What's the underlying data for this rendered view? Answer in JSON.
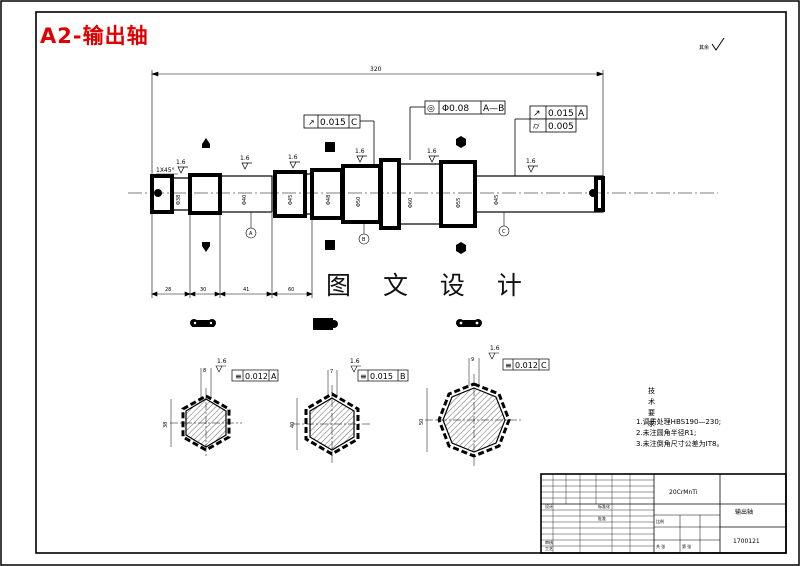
{
  "header": {
    "title": "A2-输出轴"
  },
  "watermark": "图 文 设 计",
  "roughness_note": "其余",
  "dims": {
    "overall": "320",
    "chamfer": "1X45°",
    "lengths": [
      "28",
      "30",
      "41",
      "60"
    ],
    "roughness": "1.6",
    "diameters": [
      "Φ38",
      "Φ40",
      "Φ45",
      "Φ48",
      "Φ50",
      "Φ60",
      "Φ55",
      "Φ45"
    ]
  },
  "gdt": {
    "fcf1": {
      "symbol": "↗",
      "value": "0.015",
      "datum": "C"
    },
    "fcf2": {
      "symbol": "◎",
      "value": "Φ0.08",
      "datum": "A—B"
    },
    "fcf3": {
      "symbol": "↗",
      "value": "0.015",
      "datum": "A"
    },
    "fcf4": {
      "symbol": "⌭",
      "value": "0.005"
    },
    "sec1": {
      "symbol": "≡",
      "value": "0.012",
      "datum": "A"
    },
    "sec2": {
      "symbol": "≡",
      "value": "0.015",
      "datum": "B"
    },
    "sec3": {
      "symbol": "≡",
      "value": "0.012",
      "datum": "C"
    }
  },
  "datums": [
    "A",
    "B",
    "C"
  ],
  "sections": {
    "s1": {
      "dim": "38",
      "key": "8"
    },
    "s2": {
      "dim": "40",
      "key": "7"
    },
    "s3": {
      "dim": "50",
      "key": "9"
    }
  },
  "tech_req": {
    "title": "技术要求",
    "items": [
      "1.调质处理HBS190—230;",
      "2.未注圆角半径R1;",
      "3.未注倒角尺寸公差为IT8。"
    ]
  },
  "title_block": {
    "material": "20CrMnTi",
    "part_name": "输出轴",
    "drawing_no": "1700121",
    "labels": [
      "设计",
      "审核",
      "工艺",
      "标准化",
      "批准",
      "比例",
      "共 张",
      "第 张"
    ]
  }
}
